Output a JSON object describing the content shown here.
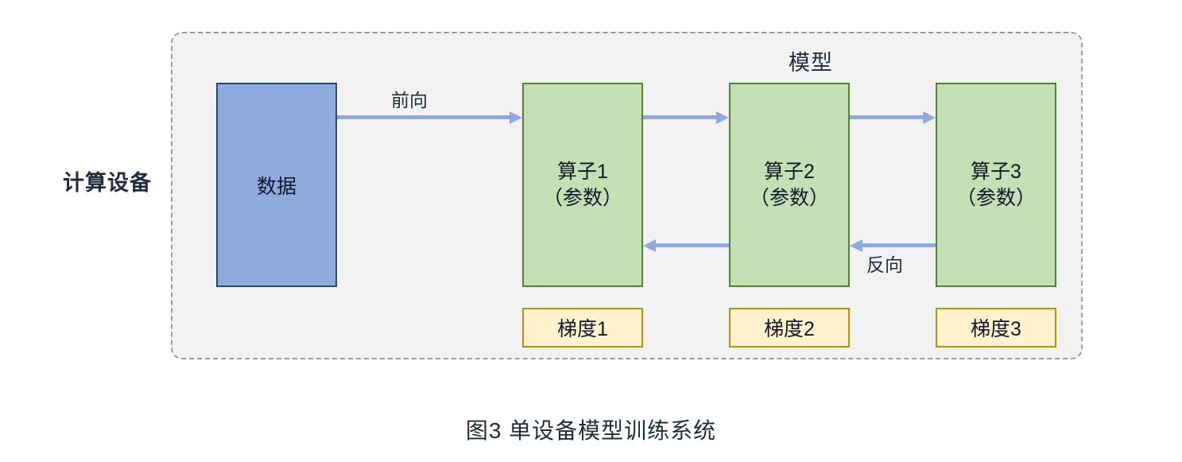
{
  "figure": {
    "caption": "图3 单设备模型训练系统",
    "device_label": "计算设备",
    "model_title": "模型"
  },
  "data_box": {
    "label": "数据",
    "fill": "#8faadc",
    "border": "#2e4471"
  },
  "operators": [
    {
      "name": "算子1",
      "params": "（参数）"
    },
    {
      "name": "算子2",
      "params": "（参数）"
    },
    {
      "name": "算子3",
      "params": "（参数）"
    }
  ],
  "gradients": [
    {
      "label": "梯度1"
    },
    {
      "label": "梯度2"
    },
    {
      "label": "梯度3"
    }
  ],
  "arrows": {
    "forward_label": "前向",
    "backward_label": "反向",
    "color": "#8faadc"
  },
  "colors": {
    "operator_fill": "#c5e0b4",
    "operator_border": "#548235",
    "gradient_fill": "#fff2cc",
    "gradient_border": "#bf9000",
    "container_fill": "#f2f2f2",
    "container_border": "#9c9c9c",
    "text": "#1f2c3d"
  }
}
